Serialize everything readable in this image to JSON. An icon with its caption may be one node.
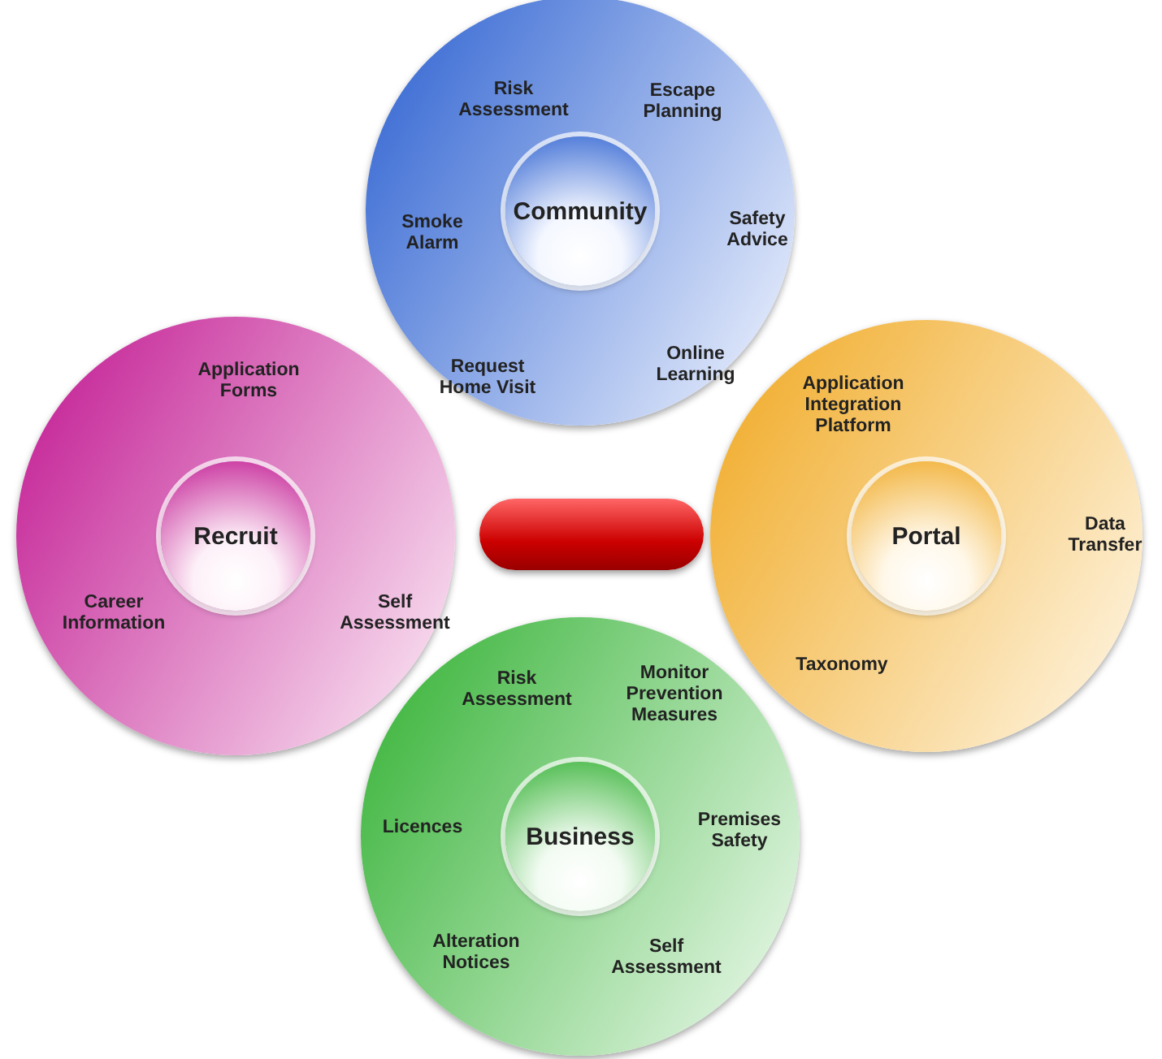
{
  "diagram": {
    "nodes": [
      {
        "text": [
          "Risk Assessment",
          "Escape Planning",
          "Smoke Alarm",
          "Safety Advice",
          "Request Home Visit",
          "Online Learning"
        ]
      },
      {
        "text": [
          "Community"
        ],
        "in": 0
      },
      {
        "text": [
          "Application Forms",
          "Career Information",
          "Self Assessment"
        ]
      },
      {
        "text": [
          "Recruit"
        ],
        "in": 2
      },
      {
        "text": [],
        "shape": "box"
      },
      {
        "text": [
          "Application Integration Platform",
          "Data Transfer",
          "Taxonomy"
        ]
      },
      {
        "text": [
          "Portal"
        ],
        "in": 5
      },
      {
        "text": [
          "Risk Assessment",
          "Monitor Prevention Measures",
          "Licences",
          "Premises Safety",
          "Alteration Notices",
          "Self Assessment"
        ]
      },
      {
        "text": [
          "Business"
        ],
        "in": 7
      }
    ],
    "edges": []
  }
}
